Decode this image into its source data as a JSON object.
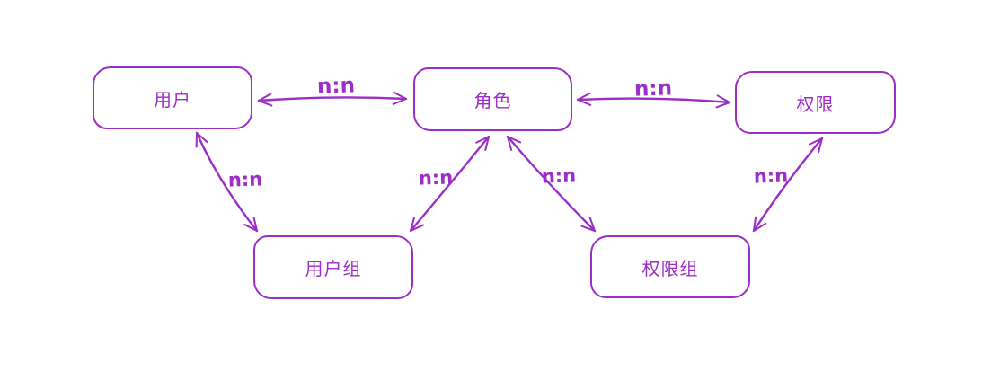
{
  "diagram": {
    "accent_color": "#9b2ec6",
    "background_color": "#ffffff",
    "nodes": [
      {
        "id": "user",
        "label": "用户"
      },
      {
        "id": "role",
        "label": "角色"
      },
      {
        "id": "permission",
        "label": "权限"
      },
      {
        "id": "user-group",
        "label": "用户组"
      },
      {
        "id": "permission-group",
        "label": "权限组"
      }
    ],
    "edges": [
      {
        "from": "用户",
        "to": "角色",
        "label": "n:n",
        "direction": "bidirectional"
      },
      {
        "from": "角色",
        "to": "权限",
        "label": "n:n",
        "direction": "bidirectional"
      },
      {
        "from": "用户",
        "to": "用户组",
        "label": "n:n",
        "direction": "bidirectional"
      },
      {
        "from": "用户组",
        "to": "角色",
        "label": "n:n",
        "direction": "bidirectional"
      },
      {
        "from": "角色",
        "to": "权限组",
        "label": "n:n",
        "direction": "bidirectional"
      },
      {
        "from": "权限",
        "to": "权限组",
        "label": "n:n",
        "direction": "bidirectional"
      }
    ]
  }
}
